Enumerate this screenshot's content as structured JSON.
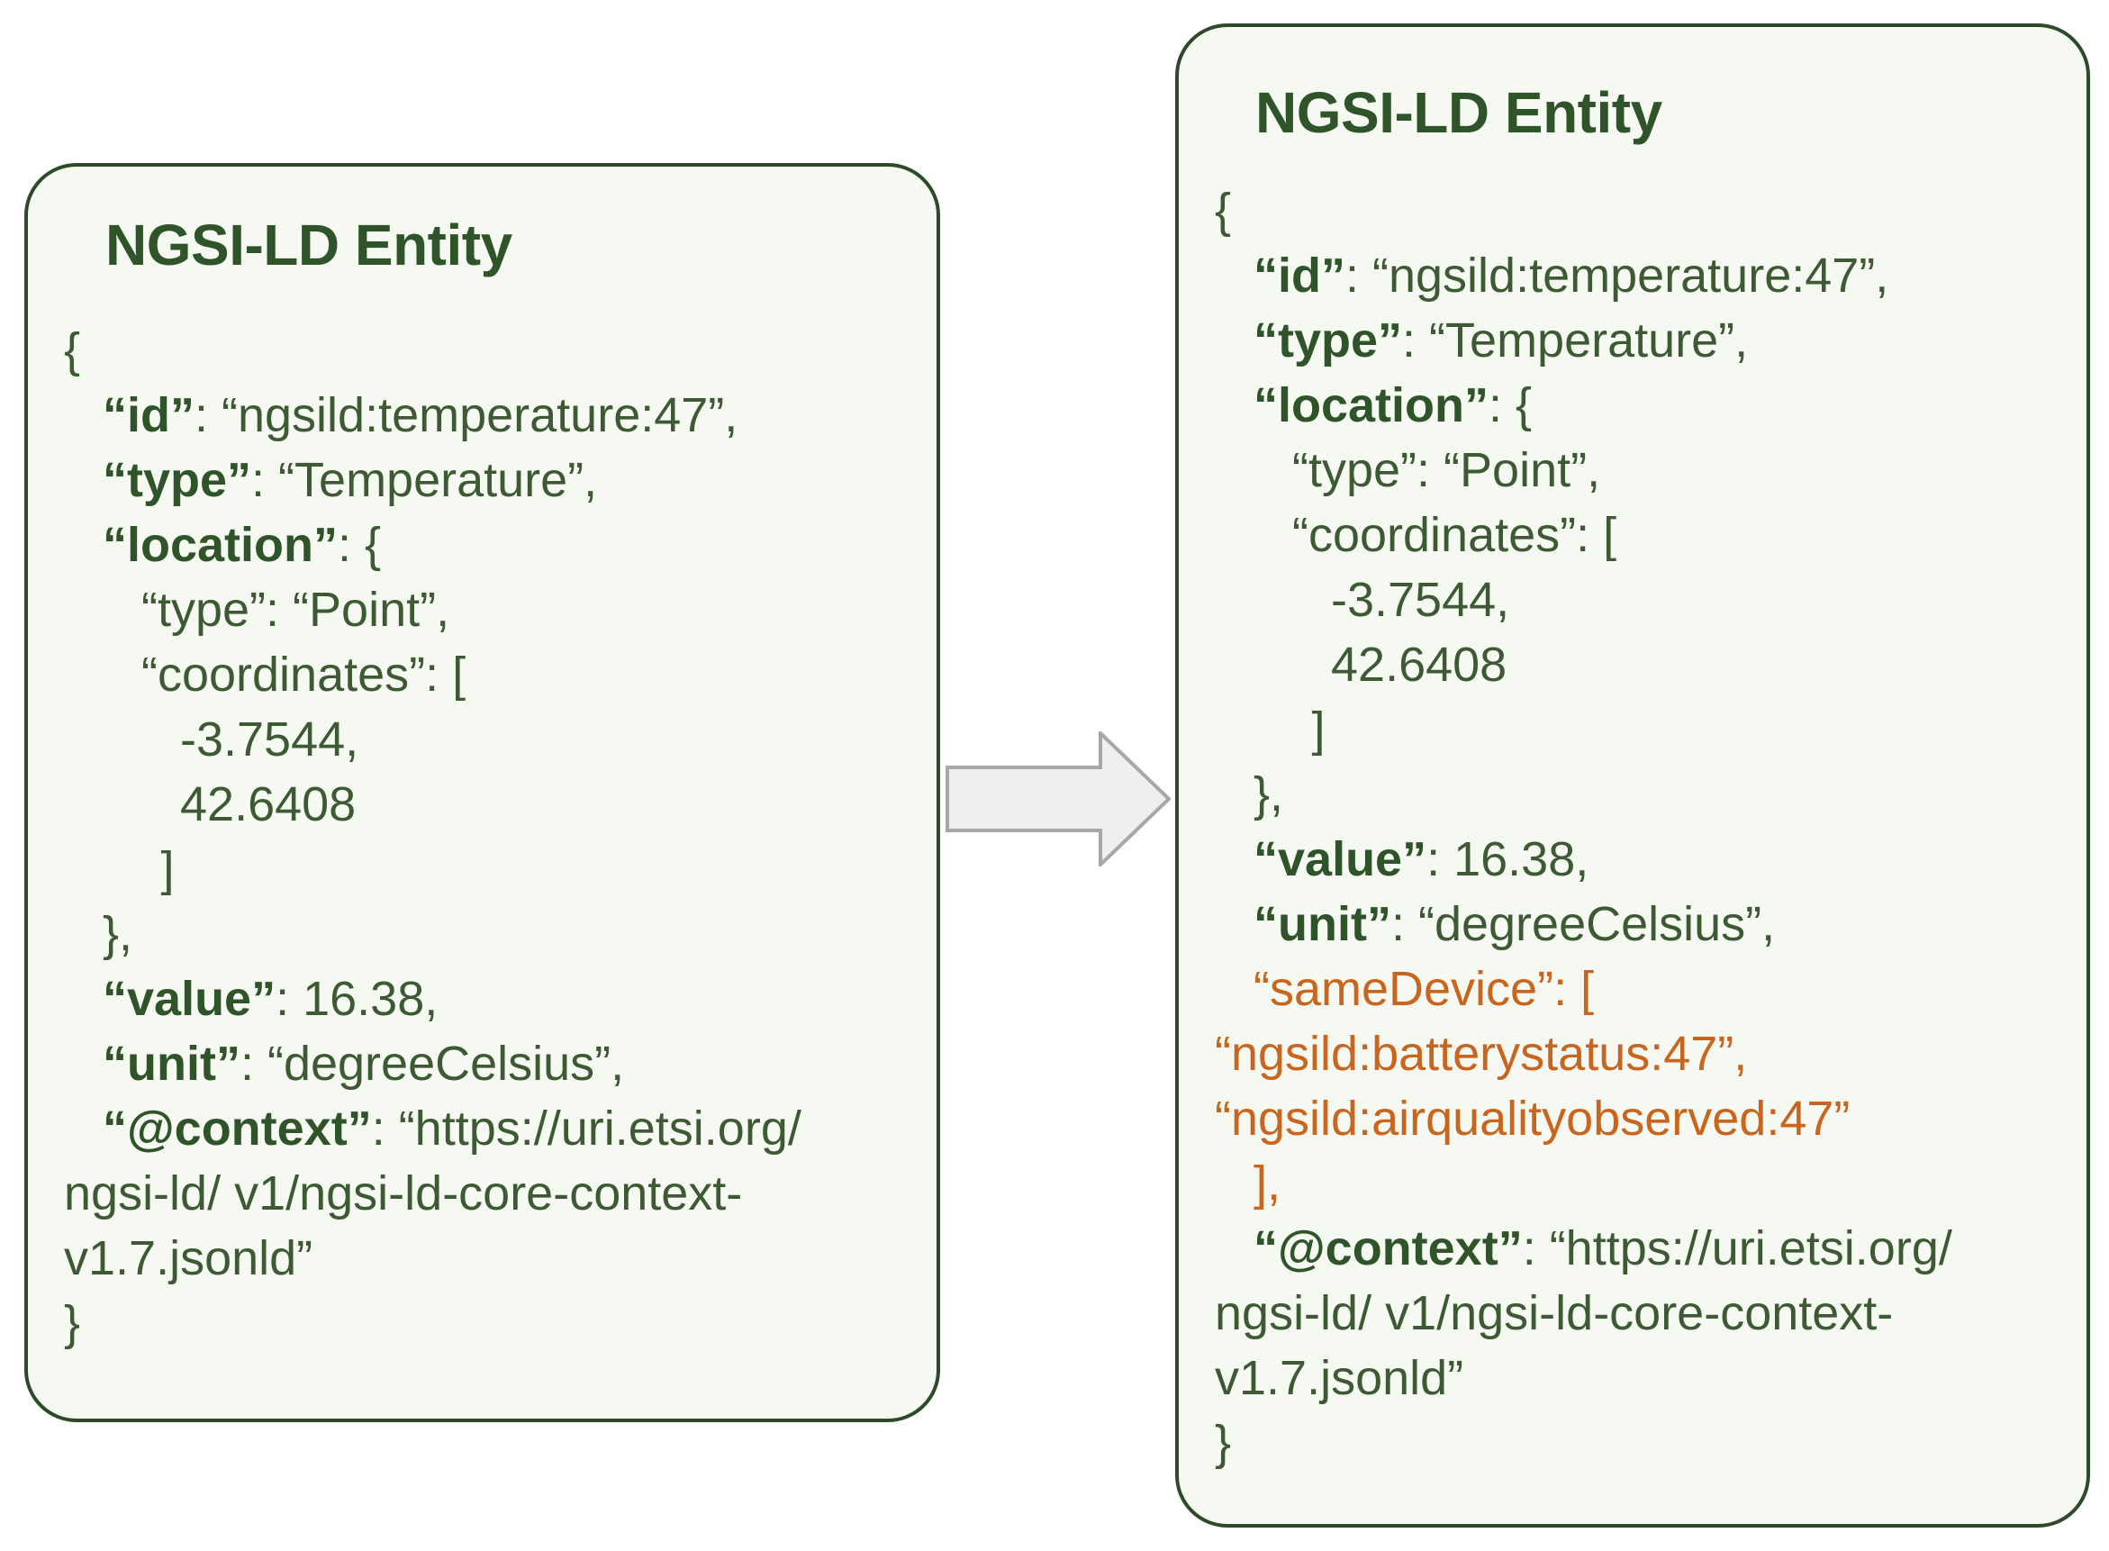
{
  "left_card": {
    "title": "NGSI-LD Entity",
    "lines": [
      {
        "text": "{",
        "indent": 0
      },
      {
        "key": "“id”",
        "rest": ": “ngsild:temperature:47”,",
        "indent": 1
      },
      {
        "key": "“type”",
        "rest": ": “Temperature”,",
        "indent": 1
      },
      {
        "key": "“location”",
        "rest": ": {",
        "indent": 1
      },
      {
        "text": "“type”: “Point”,",
        "indent": 2
      },
      {
        "text": "“coordinates”: [",
        "indent": 2
      },
      {
        "text": "-3.7544,",
        "indent": 3
      },
      {
        "text": "42.6408",
        "indent": 3
      },
      {
        "text": "]",
        "indent": 2.5
      },
      {
        "text": "},",
        "indent": 1
      },
      {
        "key": "“value”",
        "rest": ": 16.38,",
        "indent": 1
      },
      {
        "key": "“unit”",
        "rest": ": “degreeCelsius”,",
        "indent": 1
      },
      {
        "key": "“@context”",
        "rest": ": “https://uri.etsi.org/",
        "indent": 1
      },
      {
        "text": "ngsi-ld/ v1/ngsi-ld-core-context-",
        "indent": 0
      },
      {
        "text": "v1.7.jsonld”",
        "indent": 0
      },
      {
        "text": "}",
        "indent": 0
      }
    ]
  },
  "right_card": {
    "title": "NGSI-LD Entity",
    "lines": [
      {
        "text": "{",
        "indent": 0
      },
      {
        "key": "“id”",
        "rest": ": “ngsild:temperature:47”,",
        "indent": 1
      },
      {
        "key": "“type”",
        "rest": ": “Temperature”,",
        "indent": 1
      },
      {
        "key": "“location”",
        "rest": ": {",
        "indent": 1
      },
      {
        "text": "“type”: “Point”,",
        "indent": 2
      },
      {
        "text": "“coordinates”: [",
        "indent": 2
      },
      {
        "text": "-3.7544,",
        "indent": 3
      },
      {
        "text": "42.6408",
        "indent": 3
      },
      {
        "text": "]",
        "indent": 2.5
      },
      {
        "text": "},",
        "indent": 1
      },
      {
        "key": "“value”",
        "rest": ": 16.38,",
        "indent": 1
      },
      {
        "key": "“unit”",
        "rest": ": “degreeCelsius”,",
        "indent": 1
      },
      {
        "key": "“sameDevice”",
        "rest": ": [",
        "indent": 1,
        "highlight": true
      },
      {
        "text": "“ngsild:batterystatus:47”,",
        "indent": 0,
        "highlight": true
      },
      {
        "text": "“ngsild:airqualityobserved:47”",
        "indent": 0,
        "highlight": true
      },
      {
        "text": "],",
        "indent": 1,
        "highlight": true
      },
      {
        "key": "“@context”",
        "rest": ": “https://uri.etsi.org/",
        "indent": 1
      },
      {
        "text": "ngsi-ld/ v1/ngsi-ld-core-context-",
        "indent": 0
      },
      {
        "text": "v1.7.jsonld”",
        "indent": 0
      },
      {
        "text": "}",
        "indent": 0
      }
    ]
  },
  "colors": {
    "text": "#3d5a34",
    "key": "#2f5429",
    "highlight": "#c8651e",
    "border": "#2f4a2a",
    "card_fill": "#f6f8f2",
    "arrow_fill": "#efefef",
    "arrow_stroke": "#a8a8a8"
  }
}
